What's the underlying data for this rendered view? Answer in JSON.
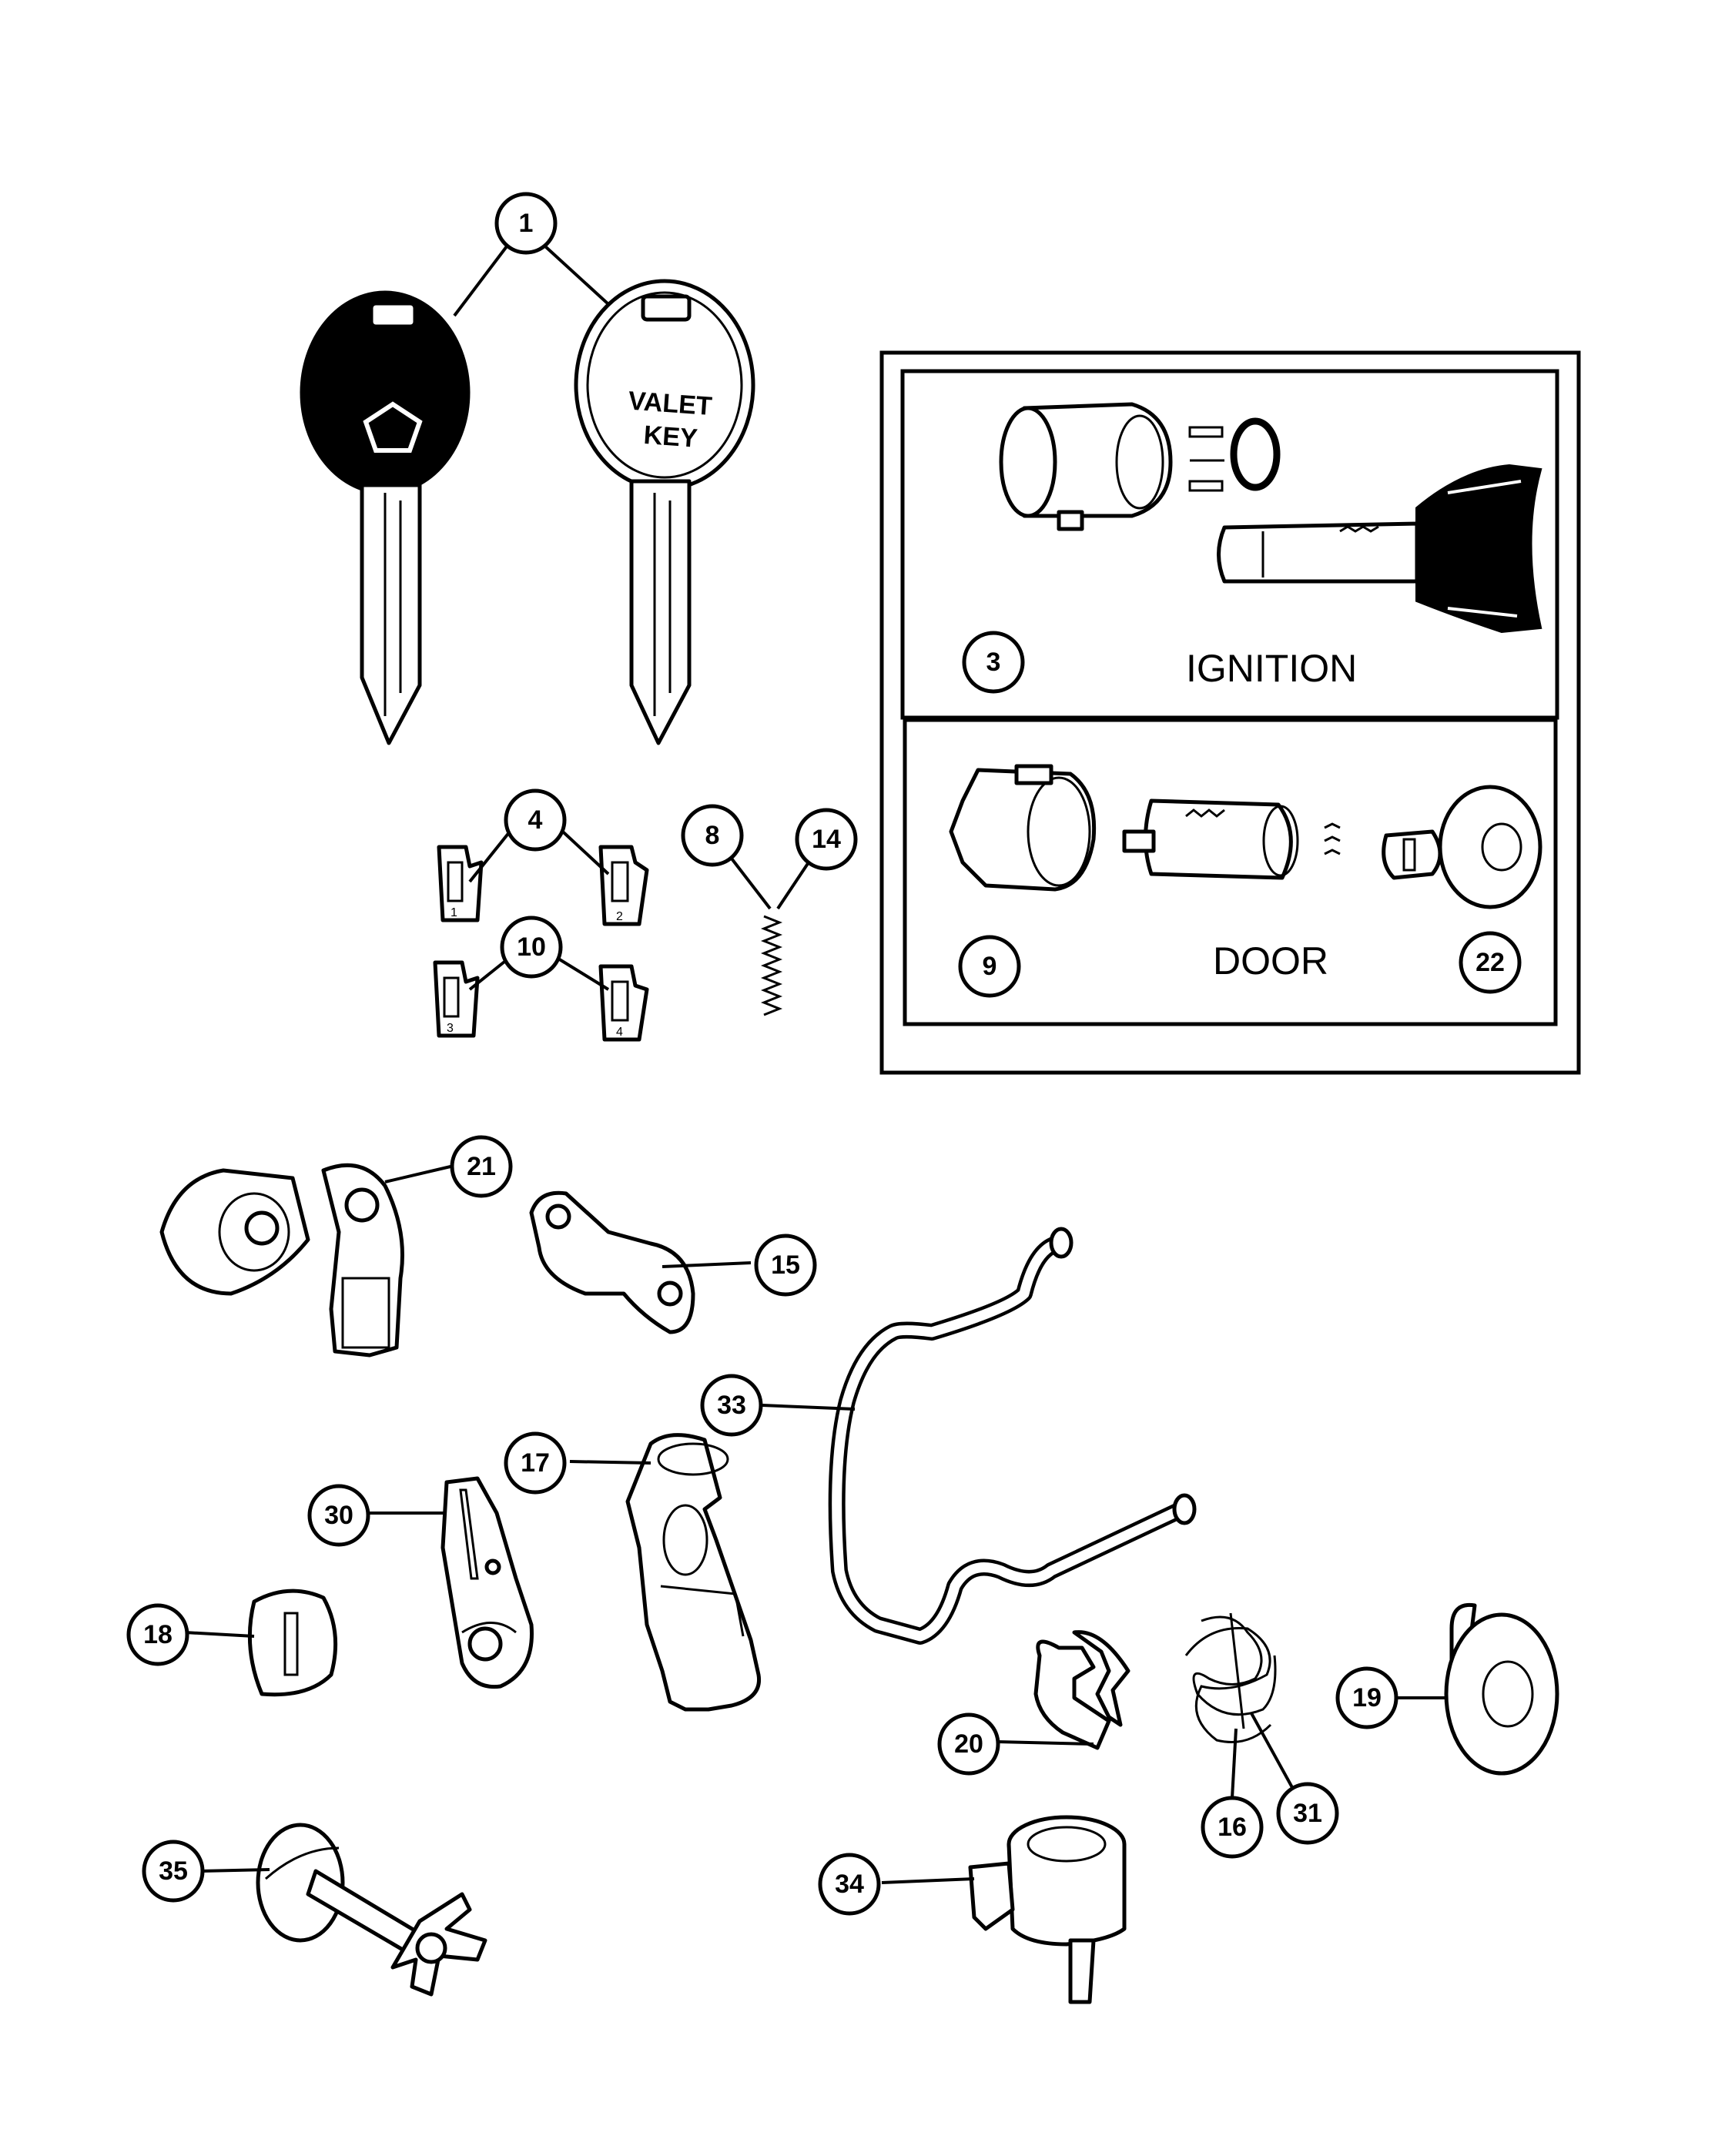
{
  "key_text": {
    "line1": "VALET",
    "line2": "KEY"
  },
  "group_labels": {
    "ignition": "IGNITION",
    "door": "DOOR"
  },
  "callouts": {
    "c1": "1",
    "c3": "3",
    "c4": "4",
    "c8": "8",
    "c9": "9",
    "c10": "10",
    "c14": "14",
    "c15": "15",
    "c16": "16",
    "c17": "17",
    "c18": "18",
    "c19": "19",
    "c20": "20",
    "c21": "21",
    "c22": "22",
    "c30": "30",
    "c31": "31",
    "c33": "33",
    "c34": "34",
    "c35": "35"
  },
  "tumbler_marks": {
    "t1": "1",
    "t2": "2",
    "t3": "3",
    "t4": "4"
  }
}
